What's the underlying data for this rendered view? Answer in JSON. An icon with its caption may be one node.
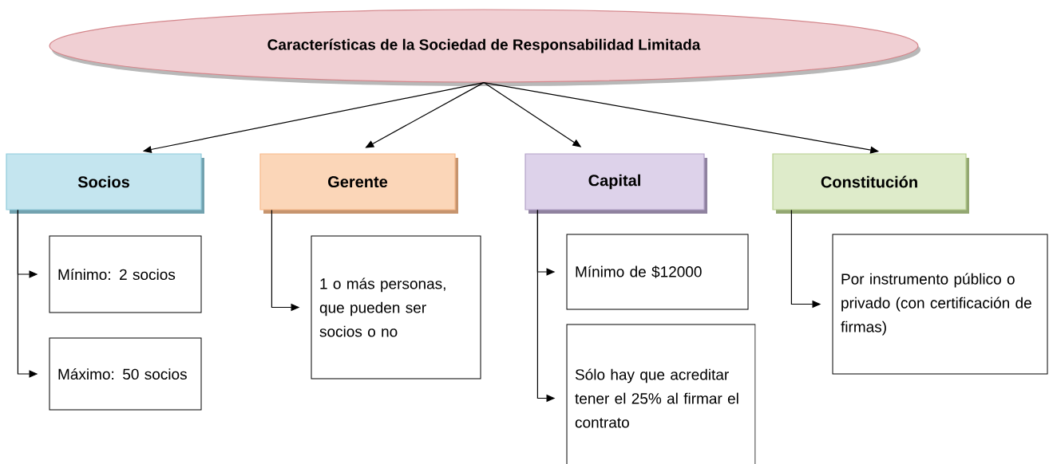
{
  "diagram": {
    "nodes": [
      {
        "text": [
          "Características de la Sociedad de Responsabilidad Limitada"
        ]
      },
      {
        "text": [
          "Socios"
        ]
      },
      {
        "text": [
          "Gerente"
        ]
      },
      {
        "text": [
          "Capital"
        ]
      },
      {
        "text": [
          "Constitución"
        ]
      },
      {
        "text": [
          "Mínimo: 2 socios"
        ]
      },
      {
        "text": [
          "Máximo: 50 socios"
        ]
      },
      {
        "text": [
          "1 o más personas, que pueden ser socios o no"
        ]
      },
      {
        "text": [
          "Mínimo de $12000"
        ]
      },
      {
        "text": [
          "Sólo hay que acreditar tener el 25% al firmar el contrato"
        ]
      },
      {
        "text": [
          "Por instrumento público o privado (con certificación de firmas)"
        ]
      }
    ],
    "edges": [
      {
        "from": 0,
        "to": 1,
        "arrow": "to"
      },
      {
        "from": 0,
        "to": 2,
        "arrow": "to"
      },
      {
        "from": 0,
        "to": 3,
        "arrow": "to"
      },
      {
        "from": 0,
        "to": 4,
        "arrow": "to"
      },
      {
        "from": 1,
        "to": 5,
        "arrow": "to"
      },
      {
        "from": 1,
        "to": 6,
        "arrow": "to"
      },
      {
        "from": 2,
        "to": 7,
        "arrow": "to"
      },
      {
        "from": 3,
        "to": 8,
        "arrow": "to"
      },
      {
        "from": 3,
        "to": 9,
        "arrow": "to"
      },
      {
        "from": 4,
        "to": 10,
        "arrow": "to"
      }
    ]
  }
}
